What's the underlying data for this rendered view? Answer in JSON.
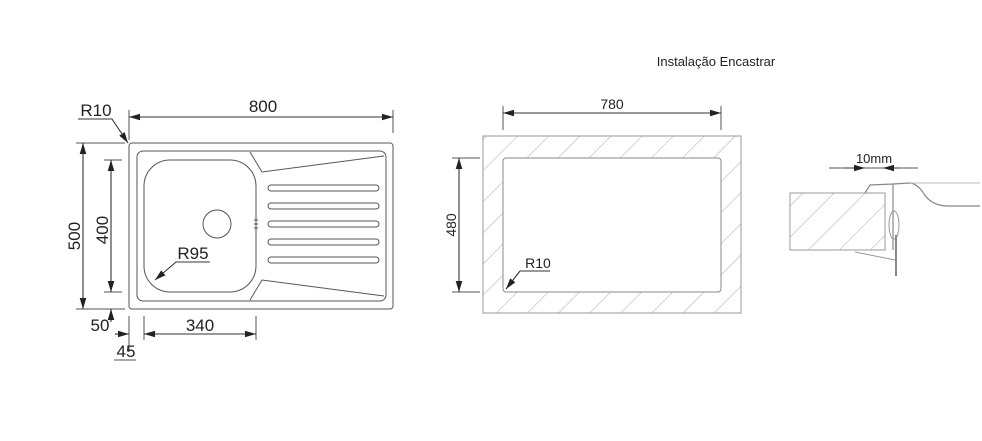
{
  "title": "Instalação Encastrar",
  "sink_plan": {
    "width_label": "800",
    "height_label": "500",
    "bowl_height_label": "400",
    "corner_radius_label": "R10",
    "bowl_radius_label": "R95",
    "bowl_width_label": "340",
    "offset_bottom_label": "50",
    "offset_left_label": "45"
  },
  "cutout": {
    "width_label": "780",
    "height_label": "480",
    "corner_radius_label": "R10"
  },
  "section": {
    "overlap_label": "10mm"
  }
}
